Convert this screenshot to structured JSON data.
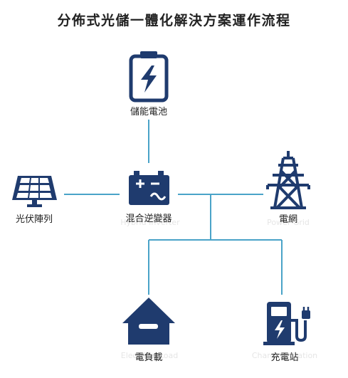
{
  "title": "分佈式光儲一體化解決方案運作流程",
  "colors": {
    "icon": "#1f3b6e",
    "line": "#4aa3c8"
  },
  "nodes": {
    "storage": {
      "label": "儲能電池",
      "icon": "battery-bolt-icon"
    },
    "pv": {
      "label": "光伏陣列",
      "icon": "solar-panel-icon"
    },
    "inverter": {
      "label": "混合逆變器",
      "ghost": "Hybrid Inverter",
      "icon": "inverter-icon"
    },
    "grid": {
      "label": "電網",
      "ghost": "Power Grid",
      "icon": "transmission-tower-icon"
    },
    "load": {
      "label": "電負載",
      "ghost": "Electrical Load",
      "icon": "house-load-icon"
    },
    "charging": {
      "label": "充電站",
      "ghost": "Charging Station",
      "icon": "ev-charger-icon"
    }
  }
}
